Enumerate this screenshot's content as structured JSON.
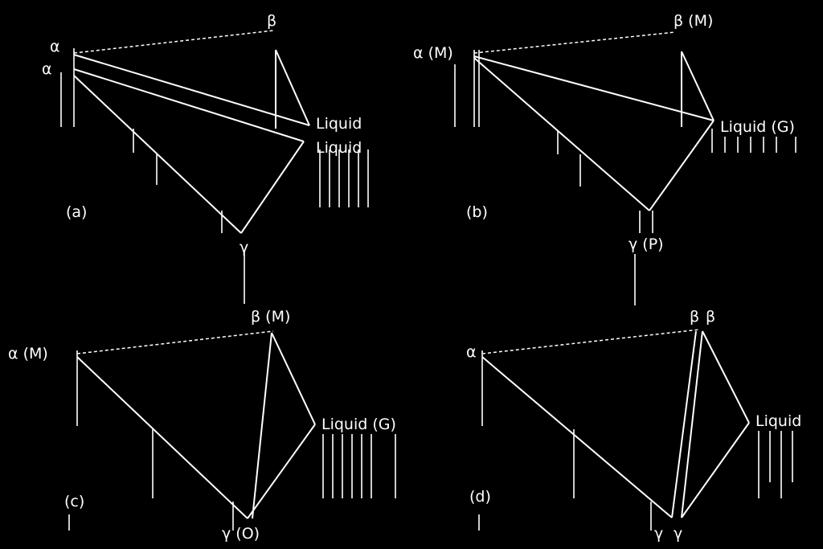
{
  "panels": [
    {
      "id": "a",
      "tag": "(a)",
      "labels": {
        "beta": "β",
        "alpha1": "α",
        "alpha2": "α",
        "liquid1": "Liquid",
        "liquid2": "Liquid",
        "gamma": "γ"
      }
    },
    {
      "id": "b",
      "tag": "(b)",
      "labels": {
        "beta": "β (M)",
        "alpha": "α (M)",
        "liquid": "Liquid (G)",
        "gamma": "γ (P)"
      }
    },
    {
      "id": "c",
      "tag": "(c)",
      "labels": {
        "beta": "β (M)",
        "alpha": "α (M)",
        "liquid": "Liquid (G)",
        "gamma": "γ (O)"
      }
    },
    {
      "id": "d",
      "tag": "(d)",
      "labels": {
        "beta1": "β",
        "beta2": "β",
        "alpha": "α",
        "liquid": "Liquid",
        "gamma1": "γ",
        "gamma2": "γ"
      }
    }
  ]
}
